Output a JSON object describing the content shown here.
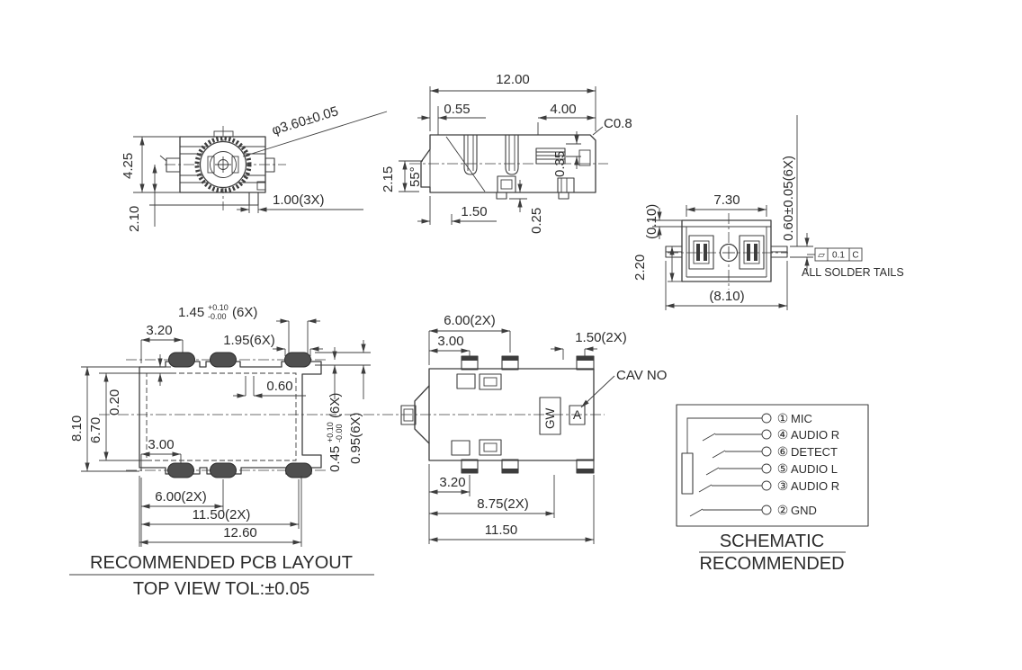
{
  "drawing": {
    "front_view": {
      "dim_height": "4.25",
      "dim_center_to_bottom": "2.10",
      "dim_barrel_dia": "φ3.60±0.05",
      "dim_pin_width": "1.00(3X)"
    },
    "side_view": {
      "dim_length": "12.00",
      "dim_front_offset": "0.55",
      "dim_back": "4.00",
      "chamfer": "C0.8",
      "dim_step": "0.35",
      "dim_nose": "2.15",
      "angle": "55°",
      "dim_bottom_front": "1.50",
      "dim_foot": "0.25"
    },
    "rear_view": {
      "dim_top_width": "7.30",
      "dim_tail": "0.60±0.05(6X)",
      "dim_height": "2.20",
      "dim_lid": "(0.10)",
      "dim_overall": "(8.10)",
      "gdt_symbol": "▱",
      "gdt_value": "0.1",
      "gdt_datum": "C",
      "note": "ALL SOLDER TAILS"
    },
    "pcb_layout": {
      "pad_w_value": "1.45",
      "pad_w_tol_plus": "+0.10",
      "pad_w_tol_minus": "-0.00",
      "pad_w_suffix": "(6X)",
      "dim_3_20": "3.20",
      "dim_pad_len": "1.95(6X)",
      "dim_0_60": "0.60",
      "dim_0_20": "0.20",
      "dim_6_70": "6.70",
      "dim_8_10": "8.10",
      "dim_3_00": "3.00",
      "slot_value": "0.45",
      "slot_tol_plus": "+0.10",
      "slot_tol_minus": "-0.00",
      "slot_suffix": "(6X)",
      "dim_pad_h": "0.95(6X)",
      "dim_6_00": "6.00(2X)",
      "dim_11_50": "11.50(2X)",
      "dim_12_60": "12.60",
      "caption_line1": "RECOMMENDED PCB LAYOUT",
      "caption_line2": "TOP VIEW TOL:±0.05"
    },
    "top_view": {
      "dim_6_00": "6.00(2X)",
      "dim_3_00": "3.00",
      "dim_1_50": "1.50(2X)",
      "cav_label": "CAV NO",
      "marking": "GW",
      "cavity_letter": "A",
      "dim_3_20": "3.20",
      "dim_8_75": "8.75(2X)",
      "dim_11_50": "11.50"
    },
    "schematic": {
      "pins": [
        {
          "num": "①",
          "label": "MIC"
        },
        {
          "num": "④",
          "label": "AUDIO R"
        },
        {
          "num": "⑥",
          "label": "DETECT"
        },
        {
          "num": "⑤",
          "label": "AUDIO L"
        },
        {
          "num": "③",
          "label": "AUDIO R"
        },
        {
          "num": "②",
          "label": "GND"
        }
      ],
      "caption_line1": "SCHEMATIC",
      "caption_line2": "RECOMMENDED"
    }
  }
}
